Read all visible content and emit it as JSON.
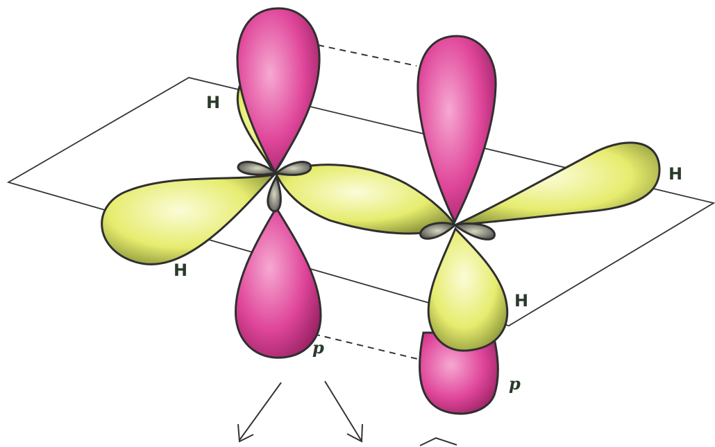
{
  "labels": {
    "h_top_left": "H",
    "h_bottom_left": "H",
    "h_right": "H",
    "h_bottom_right": "H",
    "p_left": "p",
    "p_right": "p"
  },
  "colors": {
    "p_lobe": "#e0469a",
    "p_lobe_light": "#f28cc4",
    "sp2_lobe": "#e9ee7a",
    "sp2_lobe_light": "#f6f9b8",
    "outline": "#2f2f2f",
    "plane": "#333333",
    "label": "#2a3a2a"
  }
}
